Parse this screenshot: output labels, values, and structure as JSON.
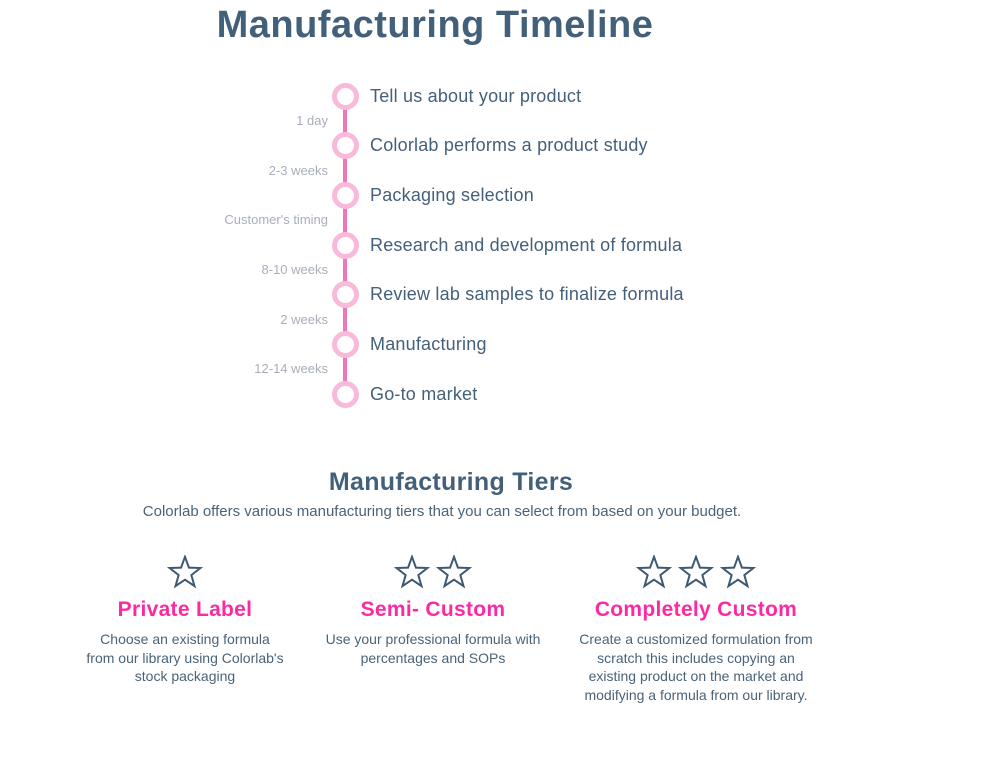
{
  "colors": {
    "heading_slate": "#43607b",
    "body_slate": "#4a6379",
    "duration_gray": "#a8aeb9",
    "timeline_ring_pink": "#f8b9da",
    "timeline_line_pink": "#ee77bc",
    "accent_magenta": "#fb2aa2",
    "star_outline": "#3d5971"
  },
  "timeline": {
    "heading": "Manufacturing Timeline",
    "steps": [
      {
        "label": "Tell us about your product"
      },
      {
        "label": "Colorlab performs a product study"
      },
      {
        "label": "Packaging selection"
      },
      {
        "label": "Research and development of formula"
      },
      {
        "label": "Review lab samples to finalize formula"
      },
      {
        "label": "Manufacturing"
      },
      {
        "label": "Go-to market"
      }
    ],
    "gap_durations": [
      "1 day",
      "2-3 weeks",
      "Customer's timing",
      "8-10 weeks",
      "2 weeks",
      "12-14 weeks"
    ]
  },
  "tiers": {
    "heading": "Manufacturing Tiers",
    "subheading": "Colorlab offers various manufacturing tiers that you can select from based on your budget.",
    "items": [
      {
        "stars": 1,
        "name": "Private Label",
        "description": "Choose an existing formula from our library using Colorlab's stock packaging"
      },
      {
        "stars": 2,
        "name": "Semi- Custom",
        "description": "Use your professional formula with percentages and SOPs"
      },
      {
        "stars": 3,
        "name": "Completely Custom",
        "description": "Create a customized formulation from scratch this includes copying an existing product on the market and modifying a formula from our library."
      }
    ]
  }
}
